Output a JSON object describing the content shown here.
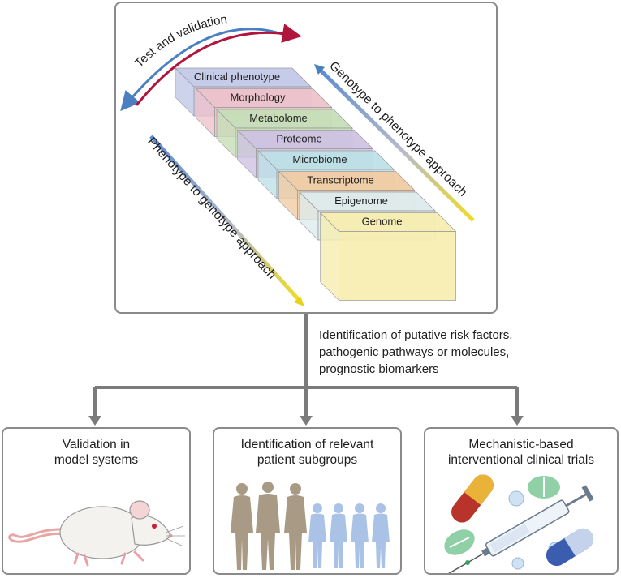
{
  "top_panel": {
    "cycle_label": "Test and validation",
    "genotype_arrow_label": "Genotype to phenotype approach",
    "phenotype_arrow_label": "Phenotype to genotype approach",
    "layers": [
      {
        "label": "Clinical phenotype",
        "color": "#c3c9e8"
      },
      {
        "label": "Morphology",
        "color": "#efc2cc"
      },
      {
        "label": "Metabolome",
        "color": "#c6dfb8"
      },
      {
        "label": "Proteome",
        "color": "#cfc3e3"
      },
      {
        "label": "Microbiome",
        "color": "#bfe1e8"
      },
      {
        "label": "Transcriptome",
        "color": "#f2cca4"
      },
      {
        "label": "Epigenome",
        "color": "#deecee"
      },
      {
        "label": "Genome",
        "color": "#f7eeb0"
      }
    ]
  },
  "connector": {
    "lines": [
      "Identification of putative risk factors,",
      "pathogenic pathways or molecules,",
      "prognostic biomarkers"
    ]
  },
  "outcomes": [
    {
      "title": [
        "Validation in",
        "model systems"
      ],
      "icon": "mouse-icon"
    },
    {
      "title": [
        "Identification of relevant",
        "patient subgroups"
      ],
      "icon": "patient-silhouettes-icon"
    },
    {
      "title": [
        "Mechanistic-based",
        "interventional clinical trials"
      ],
      "icon": "pills-syringe-icon"
    }
  ],
  "colors": {
    "panel_border": "#8a8a8a",
    "connector": "#7b7b7b",
    "arrow_blue": "#4a7fc1",
    "arrow_red": "#b0153c",
    "arrow_yellow": "#e8d21a",
    "adult_figure": "#a89a84",
    "child_figure": "#a9c2e6"
  }
}
